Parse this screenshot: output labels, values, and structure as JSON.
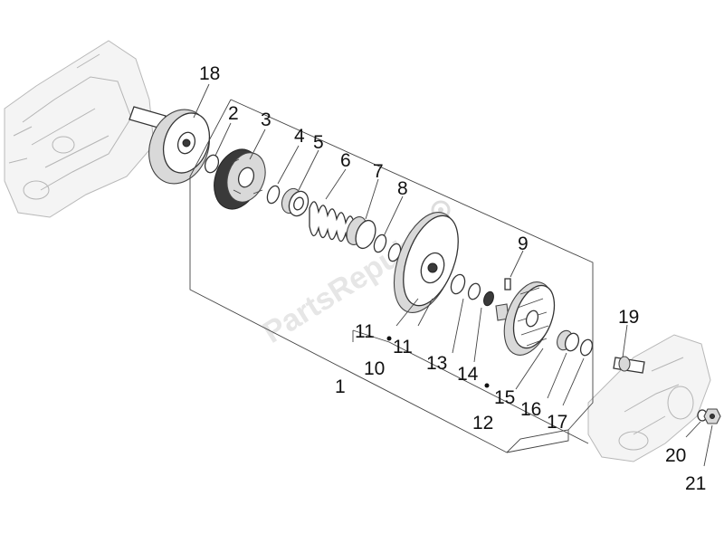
{
  "watermark": "PartsRepublik",
  "callouts": [
    {
      "id": "c18",
      "text": "18"
    },
    {
      "id": "c2",
      "text": "2"
    },
    {
      "id": "c3",
      "text": "3"
    },
    {
      "id": "c4",
      "text": "4"
    },
    {
      "id": "c5",
      "text": "5"
    },
    {
      "id": "c6",
      "text": "6"
    },
    {
      "id": "c7",
      "text": "7"
    },
    {
      "id": "c8",
      "text": "8"
    },
    {
      "id": "c9",
      "text": "9"
    },
    {
      "id": "c11a",
      "text": "11"
    },
    {
      "id": "c11b",
      "text": "11"
    },
    {
      "id": "c10",
      "text": "10"
    },
    {
      "id": "c13",
      "text": "13"
    },
    {
      "id": "c14",
      "text": "14"
    },
    {
      "id": "c15",
      "text": "15"
    },
    {
      "id": "c16",
      "text": "16"
    },
    {
      "id": "c17",
      "text": "17"
    },
    {
      "id": "c19",
      "text": "19"
    },
    {
      "id": "c1",
      "text": "1"
    },
    {
      "id": "c12",
      "text": "12"
    },
    {
      "id": "c20",
      "text": "20"
    },
    {
      "id": "c21",
      "text": "21"
    }
  ]
}
